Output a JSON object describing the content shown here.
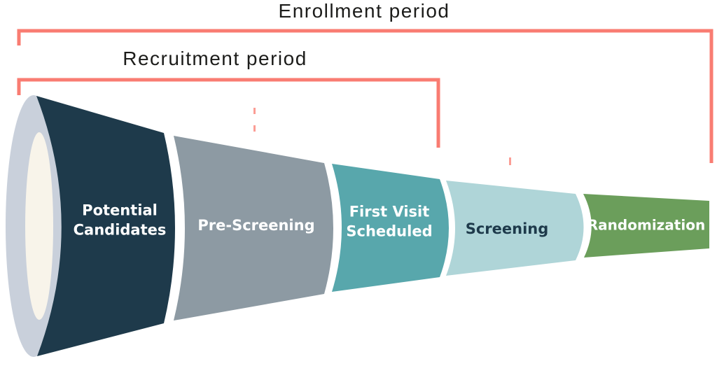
{
  "diagram": {
    "type": "funnel",
    "brackets": [
      {
        "label": "Enrollment period"
      },
      {
        "label": "Recruitment period"
      }
    ],
    "funnel": {
      "mouth": {
        "ring_color": "#C9D0DB",
        "inner_color": "#F8F4EA"
      },
      "stages": [
        {
          "label": "Potential Candidates",
          "color": "#1E3A4B",
          "text_color": "#FFFFFF"
        },
        {
          "label": "Pre-Screening",
          "color": "#8D9AA3",
          "text_color": "#FFFFFF"
        },
        {
          "label": "First Visit Scheduled",
          "color": "#58A7AC",
          "text_color": "#FFFFFF"
        },
        {
          "label": "Screening",
          "color": "#AFD5D8",
          "text_color": "#1E3A4B"
        },
        {
          "label": "Randomization",
          "color": "#6B9E5B",
          "text_color": "#FFFFFF"
        }
      ]
    },
    "colors": {
      "bracket": "#F97C72",
      "title_text": "#1C1C1A",
      "background": "#FFFFFF"
    }
  }
}
